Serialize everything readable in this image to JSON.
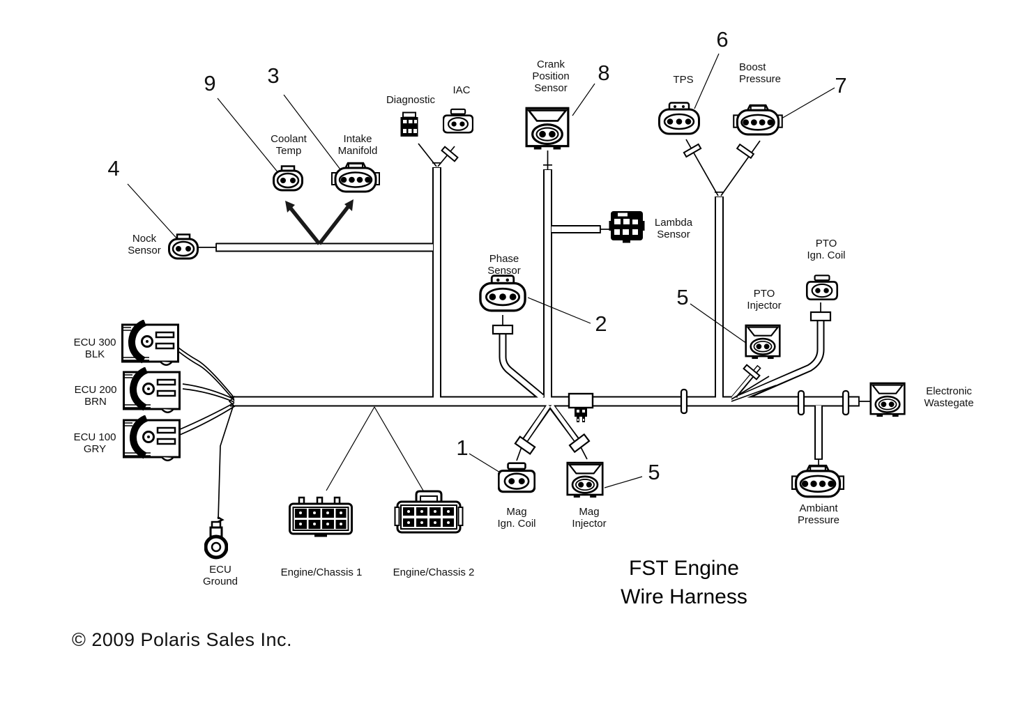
{
  "title": "FST Engine\nWire Harness",
  "copyright": "© 2009 Polaris Sales Inc.",
  "callouts": {
    "n1": "1",
    "n2": "2",
    "n3": "3",
    "n4": "4",
    "n5_right": "5",
    "n5_bottom": "5",
    "n6": "6",
    "n7": "7",
    "n8": "8",
    "n9": "9"
  },
  "labels": {
    "diagnostic": "Diagnostic",
    "iac": "IAC",
    "crank_position_sensor": "Crank\nPosition\nSensor",
    "tps": "TPS",
    "boost_pressure": "Boost\nPressure",
    "coolant_temp": "Coolant\nTemp",
    "intake_manifold": "Intake\nManifold",
    "nock_sensor": "Nock\nSensor",
    "lambda_sensor": "Lambda\nSensor",
    "phase_sensor": "Phase\nSensor",
    "pto_ign_coil": "PTO\nIgn. Coil",
    "pto_injector": "PTO\nInjector",
    "ecu_300": "ECU 300\nBLK",
    "ecu_200": "ECU 200\nBRN",
    "ecu_100": "ECU 100\nGRY",
    "electronic_wastegate": "Electronic\nWastegate",
    "mag_ign_coil": "Mag\nIgn. Coil",
    "mag_injector": "Mag\nInjector",
    "ambiant_pressure": "Ambiant\nPressure",
    "ecu_ground": "ECU\nGround",
    "engine_chassis_1": "Engine/Chassis 1",
    "engine_chassis_2": "Engine/Chassis 2"
  }
}
